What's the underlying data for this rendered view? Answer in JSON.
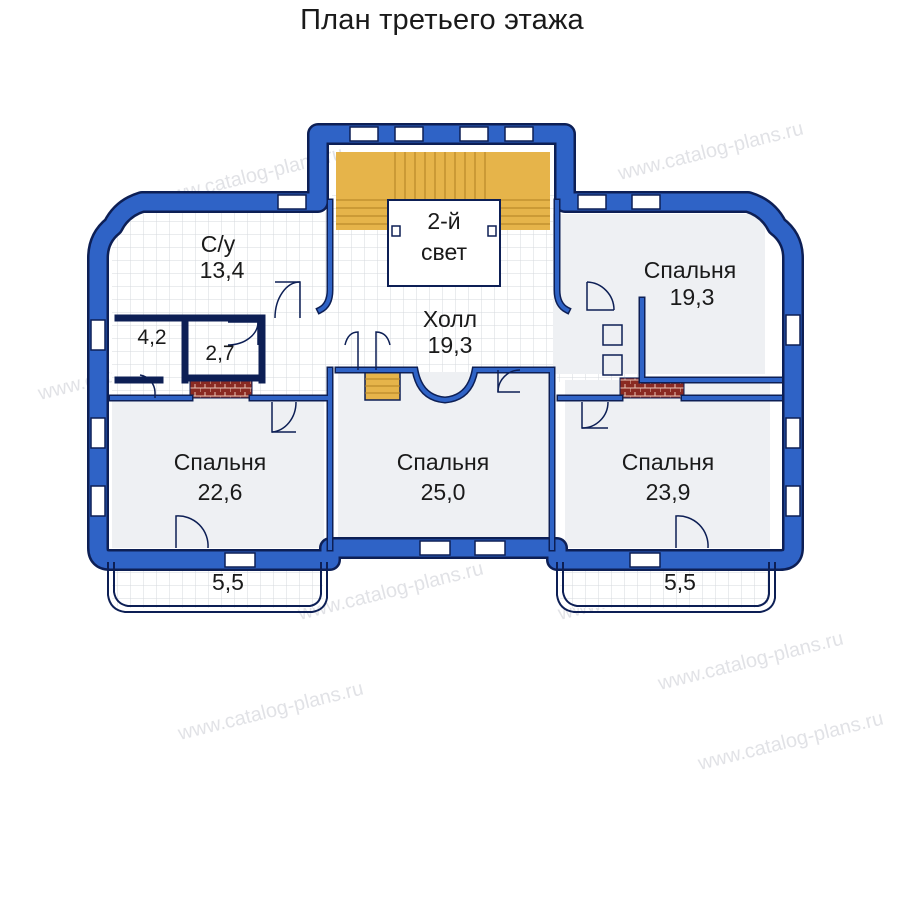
{
  "title": "План третьего этажа",
  "watermark": "www.catalog-plans.ru",
  "colors": {
    "wall": "#2f63c6",
    "wall_edge": "#0d1f55",
    "floor_tile": "#ffffff",
    "tile_line": "#d5d8de",
    "room_floor": "#eef0f3",
    "stairs": "#e6b44a",
    "brick": "#8a2a22"
  },
  "rooms": {
    "su": {
      "name": "С/у",
      "area": "13,4"
    },
    "small1": {
      "area": "4,2"
    },
    "small2": {
      "area": "2,7"
    },
    "light": {
      "line1": "2-й",
      "line2": "свет"
    },
    "hall": {
      "name": "Холл",
      "area": "19,3"
    },
    "bed_ne": {
      "name": "Спальня",
      "area": "19,3"
    },
    "bed_w": {
      "name": "Спальня",
      "area": "22,6"
    },
    "bed_c": {
      "name": "Спальня",
      "area": "25,0"
    },
    "bed_e": {
      "name": "Спальня",
      "area": "23,9"
    },
    "balc_w": {
      "area": "5,5"
    },
    "balc_e": {
      "area": "5,5"
    }
  }
}
